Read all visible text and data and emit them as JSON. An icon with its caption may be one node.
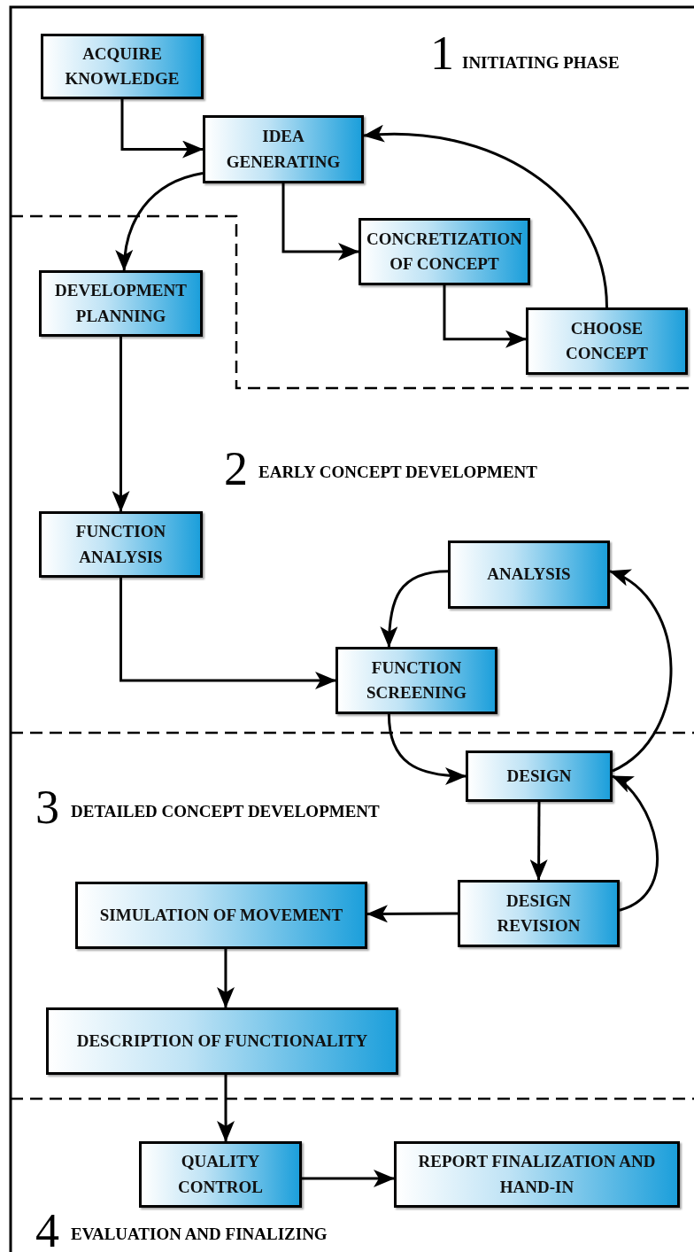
{
  "diagram": {
    "nodes": [
      {
        "text": [
          "ACQUIRE KNOWLEDGE"
        ]
      },
      {
        "text": [
          "IDEA GENERATING"
        ]
      },
      {
        "text": [
          "DEVELOPMENT PLANNING"
        ]
      },
      {
        "text": [
          "CONCRETIZATION OF CONCEPT"
        ]
      },
      {
        "text": [
          "CHOOSE CONCEPT"
        ]
      },
      {
        "text": [
          "FUNCTION ANALYSIS"
        ]
      },
      {
        "text": [
          "ANALYSIS"
        ]
      },
      {
        "text": [
          "FUNCTION SCREENING"
        ]
      },
      {
        "text": [
          "DESIGN"
        ]
      },
      {
        "text": [
          "DESIGN REVISION"
        ]
      },
      {
        "text": [
          "SIMULATION OF MOVEMENT"
        ]
      },
      {
        "text": [
          "DESCRIPTION OF FUNCTIONALITY"
        ]
      },
      {
        "text": [
          "QUALITY CONTROL"
        ]
      },
      {
        "text": [
          "REPORT FINALIZATION AND HAND-IN"
        ]
      }
    ],
    "edges": [
      {
        "from": 0,
        "to": 1,
        "arrow": "to"
      },
      {
        "from": 1,
        "to": 2,
        "arrow": "to"
      },
      {
        "from": 1,
        "to": 3,
        "arrow": "to"
      },
      {
        "from": 3,
        "to": 4,
        "arrow": "to"
      },
      {
        "from": 4,
        "to": 1,
        "arrow": "to"
      },
      {
        "from": 2,
        "to": 5,
        "arrow": "to"
      },
      {
        "from": 5,
        "to": 7,
        "arrow": "to"
      },
      {
        "from": 6,
        "to": 7,
        "arrow": "to"
      },
      {
        "from": 7,
        "to": 8,
        "arrow": "to"
      },
      {
        "from": 8,
        "to": 6,
        "arrow": "to"
      },
      {
        "from": 8,
        "to": 9,
        "arrow": "to"
      },
      {
        "from": 9,
        "to": 8,
        "arrow": "to"
      },
      {
        "from": 9,
        "to": 10,
        "arrow": "to"
      },
      {
        "from": 10,
        "to": 11,
        "arrow": "to"
      },
      {
        "from": 11,
        "to": 12,
        "arrow": "to"
      },
      {
        "from": 12,
        "to": 13,
        "arrow": "to"
      }
    ],
    "labels": [
      "1",
      "INITIATING PHASE",
      "2",
      "EARLY CONCEPT DEVELOPMENT",
      "3",
      "DETAILED CONCEPT DEVELOPMENT",
      "4",
      "EVALUATION AND FINALIZING"
    ]
  }
}
